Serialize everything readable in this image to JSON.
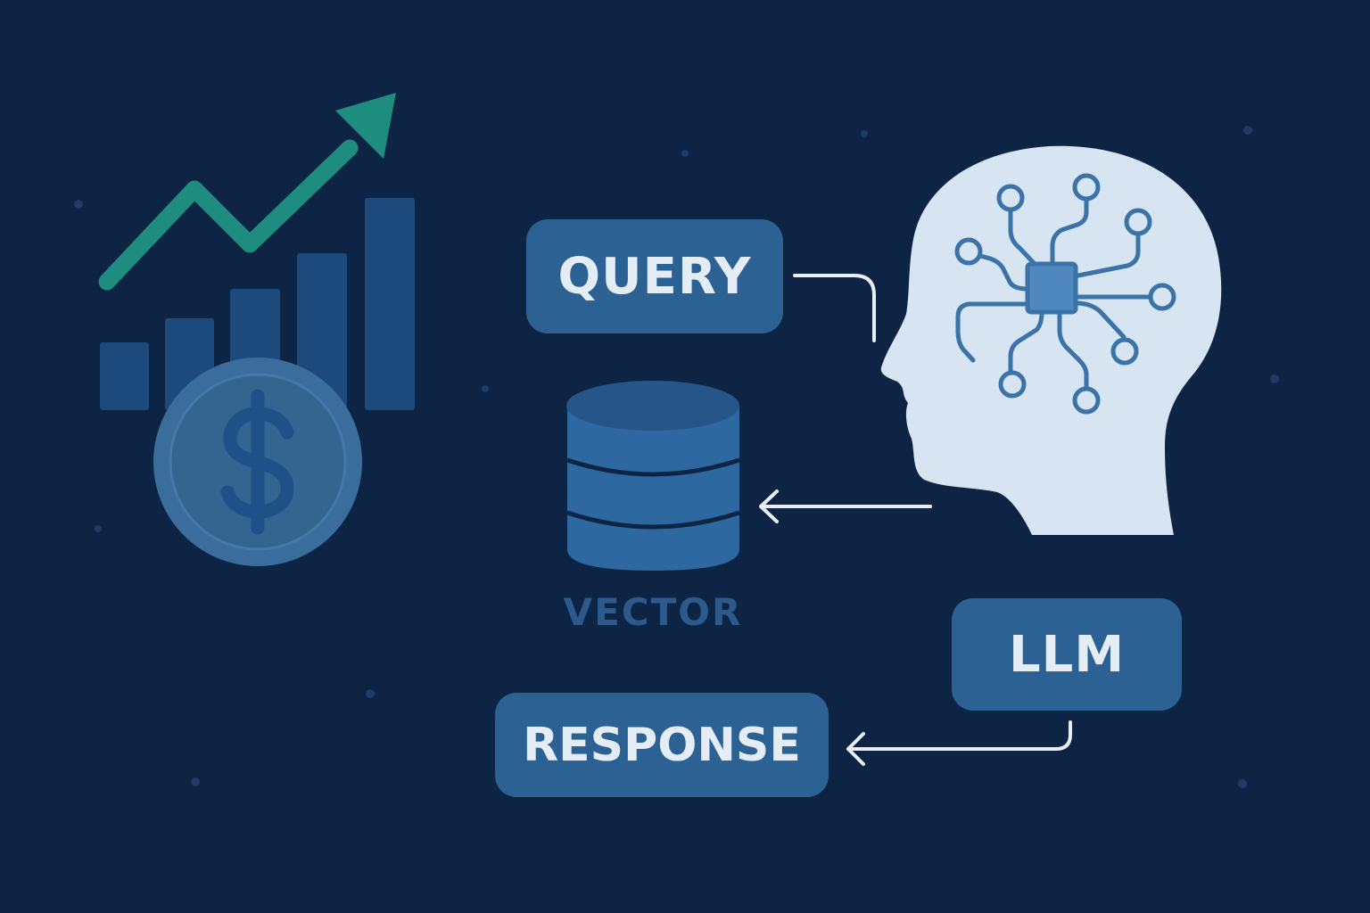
{
  "diagram": {
    "nodes": {
      "query": "QUERY",
      "vector": "VECTOR",
      "llm": "LLM",
      "response": "RESPONSE"
    },
    "edges": [
      {
        "from": "query",
        "to": "brain"
      },
      {
        "from": "brain",
        "to": "vector"
      },
      {
        "from": "llm",
        "to": "response"
      }
    ]
  },
  "icons": {
    "finance": "growth-chart-icon",
    "coin": "dollar-coin-icon",
    "database": "vector-database-icon",
    "head": "ai-brain-head-icon",
    "circuit": "circuit-chip-icon"
  },
  "colors": {
    "background": "#0d2444",
    "box": "#2c6194",
    "box_text": "#e4edf6",
    "trend_arrow": "#1e8c7e",
    "bars": "#1c4a7c",
    "coin": "#3a6d9c",
    "head": "#d7e4f1",
    "circuit": "#3b72a8",
    "connector": "#e8eef5",
    "vector_label": "#2c5a8c"
  }
}
